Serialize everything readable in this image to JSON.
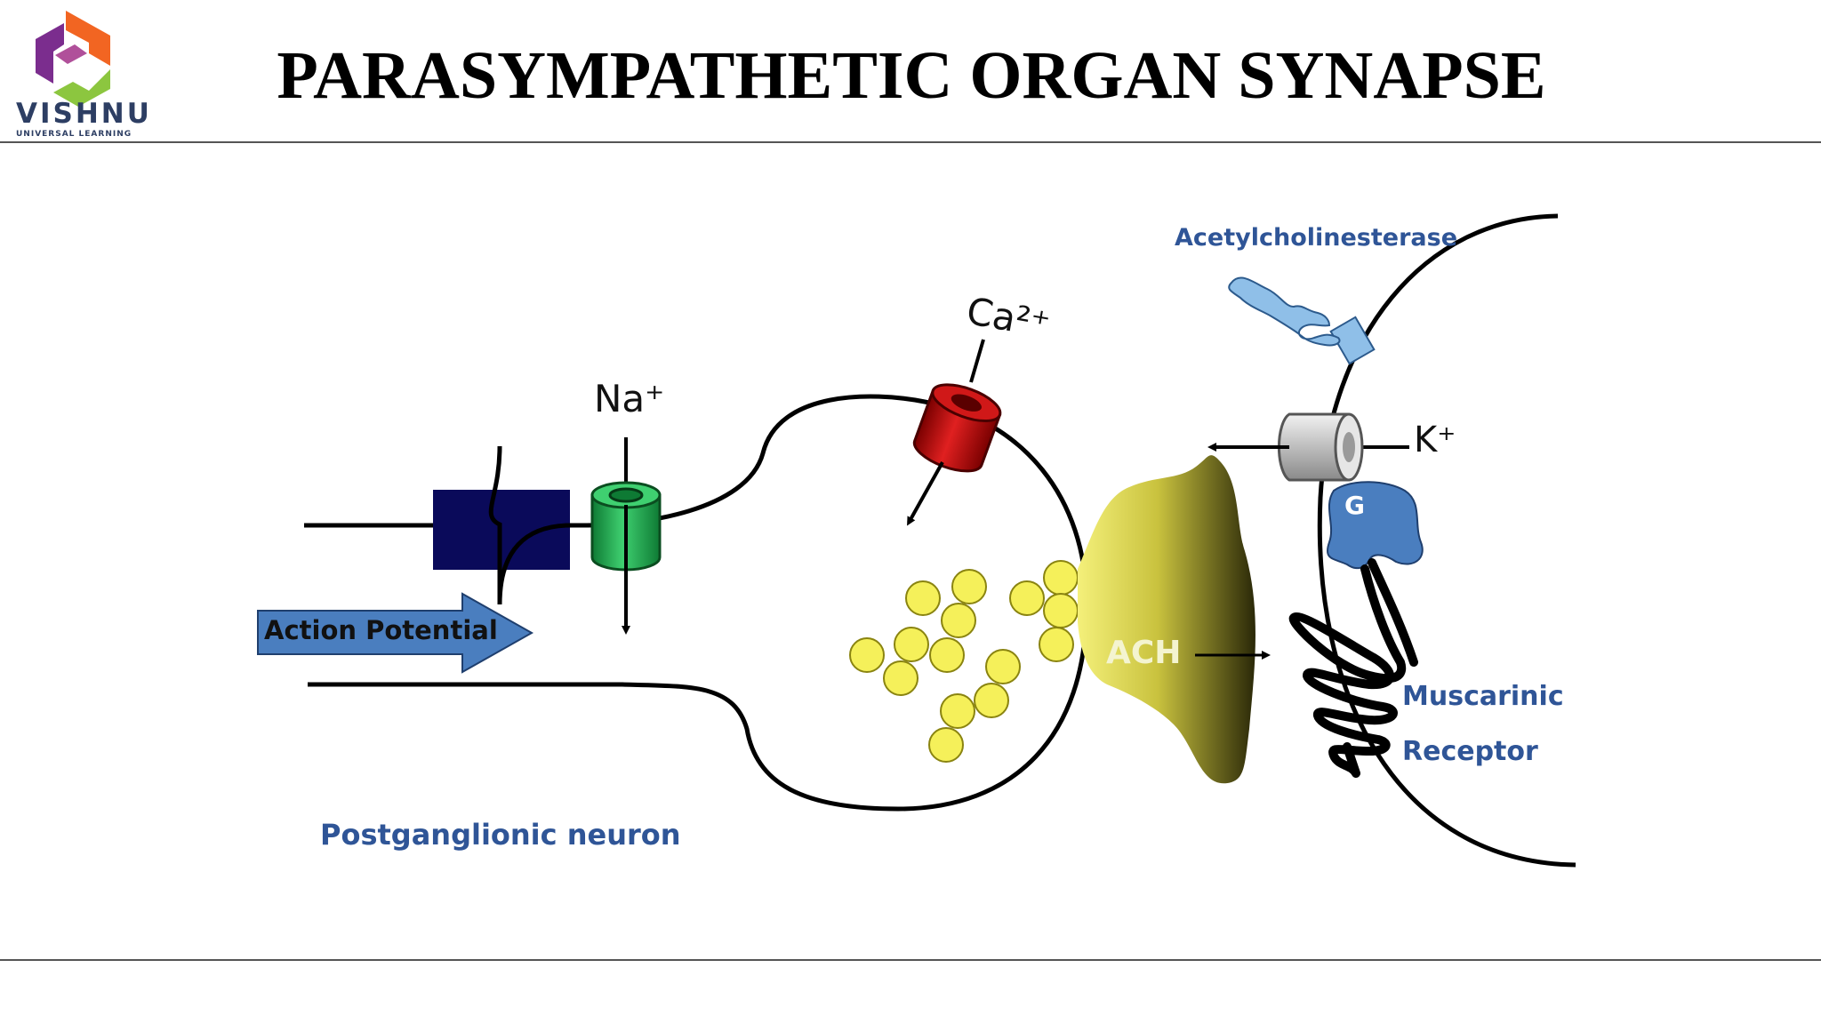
{
  "brand": {
    "name": "VISHNU",
    "tagline": "UNIVERSAL LEARNING",
    "colors": [
      "#f26522",
      "#7b2d8e",
      "#8cc63f"
    ]
  },
  "title": "PARASYMPATHETIC ORGAN SYNAPSE",
  "labels": {
    "acetylcholinesterase": "Acetylcholinesterase",
    "sodium_ion": "Na⁺",
    "calcium_ion": "Ca²⁺",
    "potassium_ion": "K⁺",
    "g_protein": "G",
    "acetylcholine": "ACH",
    "action_potential": "Action Potential",
    "muscarinic": "Muscarinic",
    "receptor": "Receptor",
    "postganglionic_neuron": "Postganglionic neuron"
  },
  "colors": {
    "label_blue": "#2f5597",
    "sodium_channel": "#1fa84a",
    "calcium_channel": "#c00000",
    "potassium_channel": "#c8c8c8",
    "vesicle": "#f5f05a",
    "ach_cloud": "#b8b030",
    "action_potential_arrow": "#4a7ebf",
    "node_block": "#0a0a5a",
    "g_protein": "#4a7ebf",
    "enzyme": "#8fbfe8"
  }
}
